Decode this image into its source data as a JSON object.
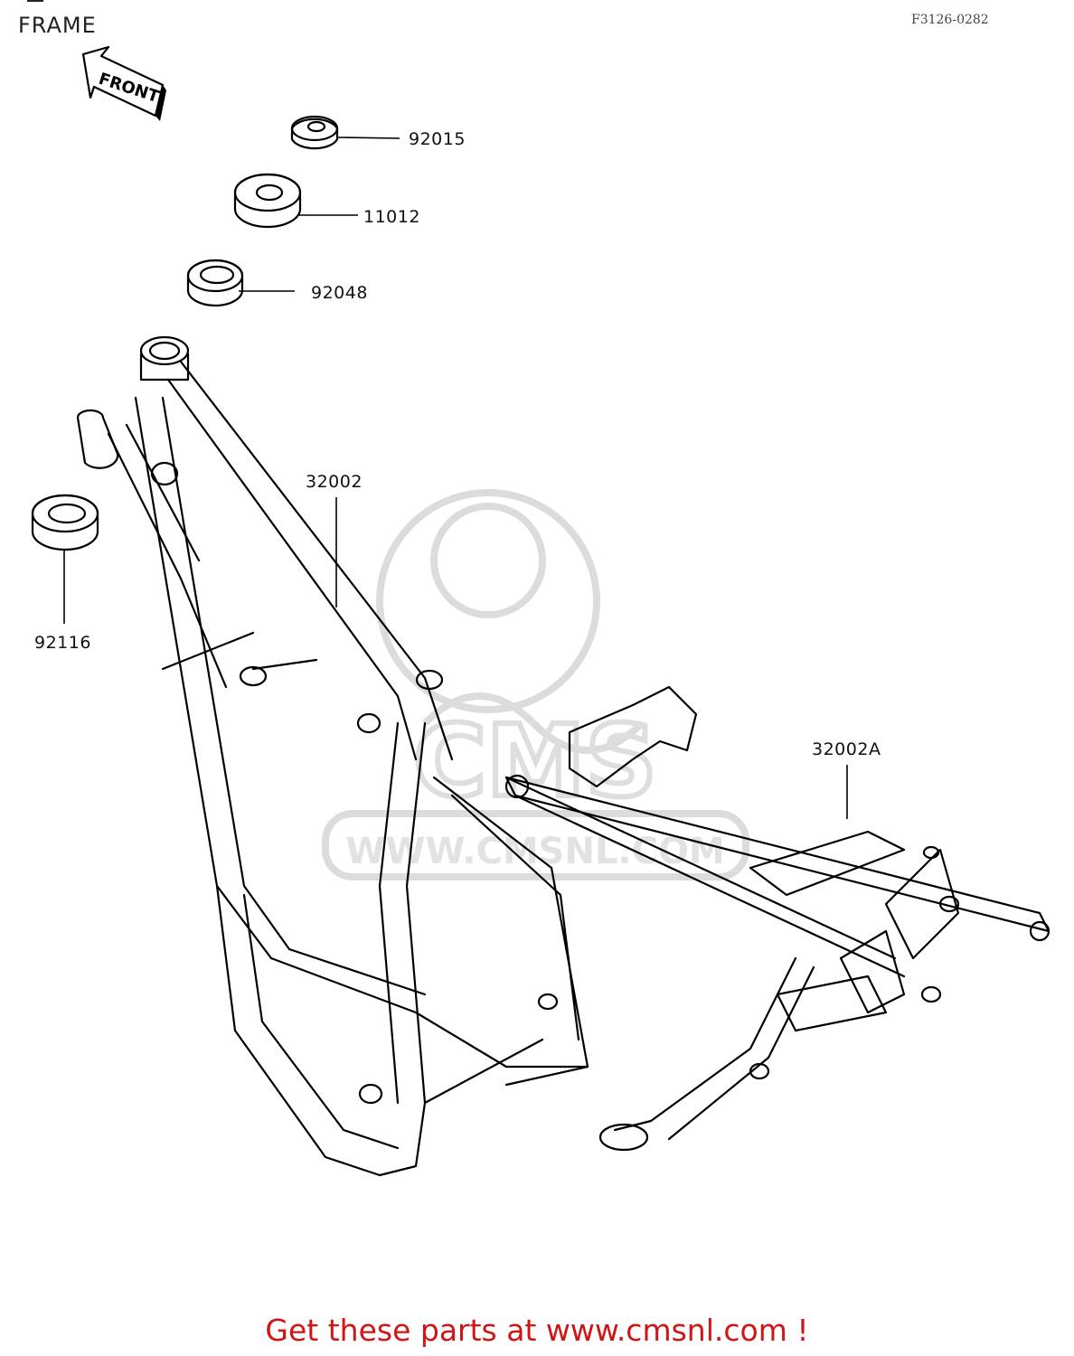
{
  "header": {
    "title": "FRAME",
    "diagram_code": "F3126-0282"
  },
  "front_arrow": {
    "label": "FRONT"
  },
  "callouts": [
    {
      "id": "p92015",
      "part_no": "92015"
    },
    {
      "id": "p11012",
      "part_no": "11012"
    },
    {
      "id": "p92048",
      "part_no": "92048"
    },
    {
      "id": "p92116",
      "part_no": "92116"
    },
    {
      "id": "p32002",
      "part_no": "32002"
    },
    {
      "id": "p32002A",
      "part_no": "32002A"
    }
  ],
  "watermark": {
    "text": "WWW.CMSNL.COM",
    "logo": "CMS"
  },
  "footer": {
    "text": "Get these parts at www.cmsnl.com !"
  }
}
